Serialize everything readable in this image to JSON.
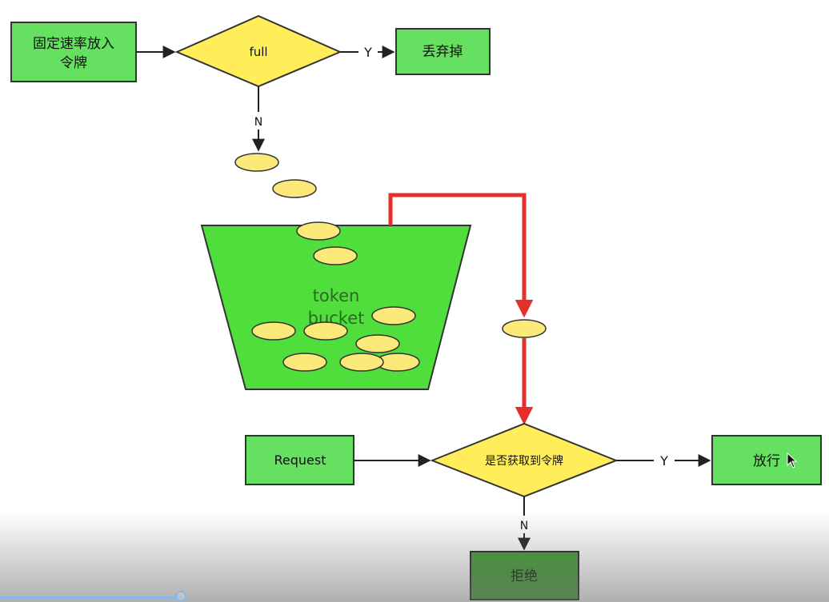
{
  "nodes": {
    "fill_tokens": "固定速率放入\n令牌",
    "full": "full",
    "discard": "丢弃掉",
    "bucket": "token\nbucket",
    "request": "Request",
    "get_token": "是否获取到令牌",
    "allow": "放行",
    "reject": "拒绝"
  },
  "edges": {
    "full_yes": "Y",
    "full_no": "N",
    "get_yes": "Y",
    "get_no": "N"
  },
  "colors": {
    "box_green": "#66e060",
    "bucket_green": "#4fde3c",
    "diamond_yellow": "#ffee5a",
    "token_yellow": "#fbe97a",
    "red_line": "#e3302b",
    "reject_green": "#3f9d33"
  },
  "icons": {
    "cursor": "mouse-pointer-icon"
  }
}
